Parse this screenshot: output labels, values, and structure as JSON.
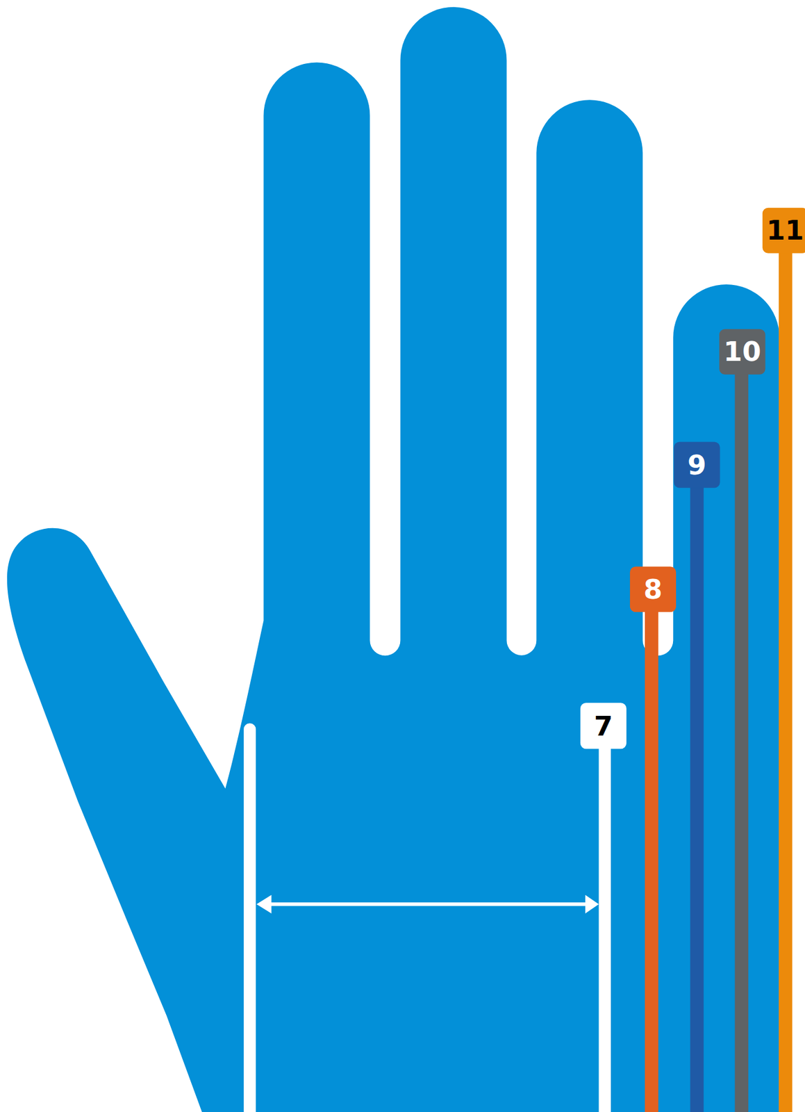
{
  "diagram": {
    "nodes": [
      {
        "text": [
          "7"
        ]
      },
      {
        "text": [
          "8"
        ]
      },
      {
        "text": [
          "9"
        ]
      },
      {
        "text": [
          "10"
        ]
      },
      {
        "text": [
          "11"
        ]
      }
    ]
  }
}
